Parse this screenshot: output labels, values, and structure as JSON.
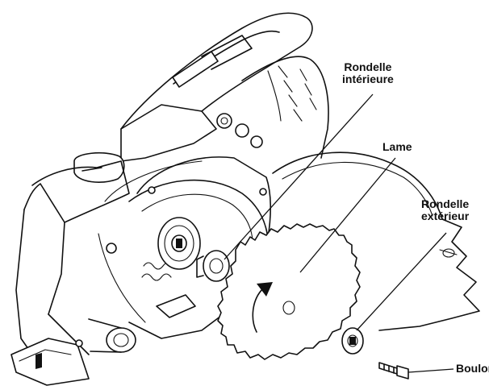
{
  "labels": {
    "inner_washer": {
      "line1": "Rondelle",
      "line2": "intérieure"
    },
    "blade": "Lame",
    "outer_washer": {
      "line1": "Rondelle",
      "line2": "extérieur"
    },
    "bolt": "Boulon"
  },
  "colors": {
    "ink": "#111111",
    "background": "#ffffff"
  },
  "icons": [
    "rotation-arrow-icon"
  ]
}
